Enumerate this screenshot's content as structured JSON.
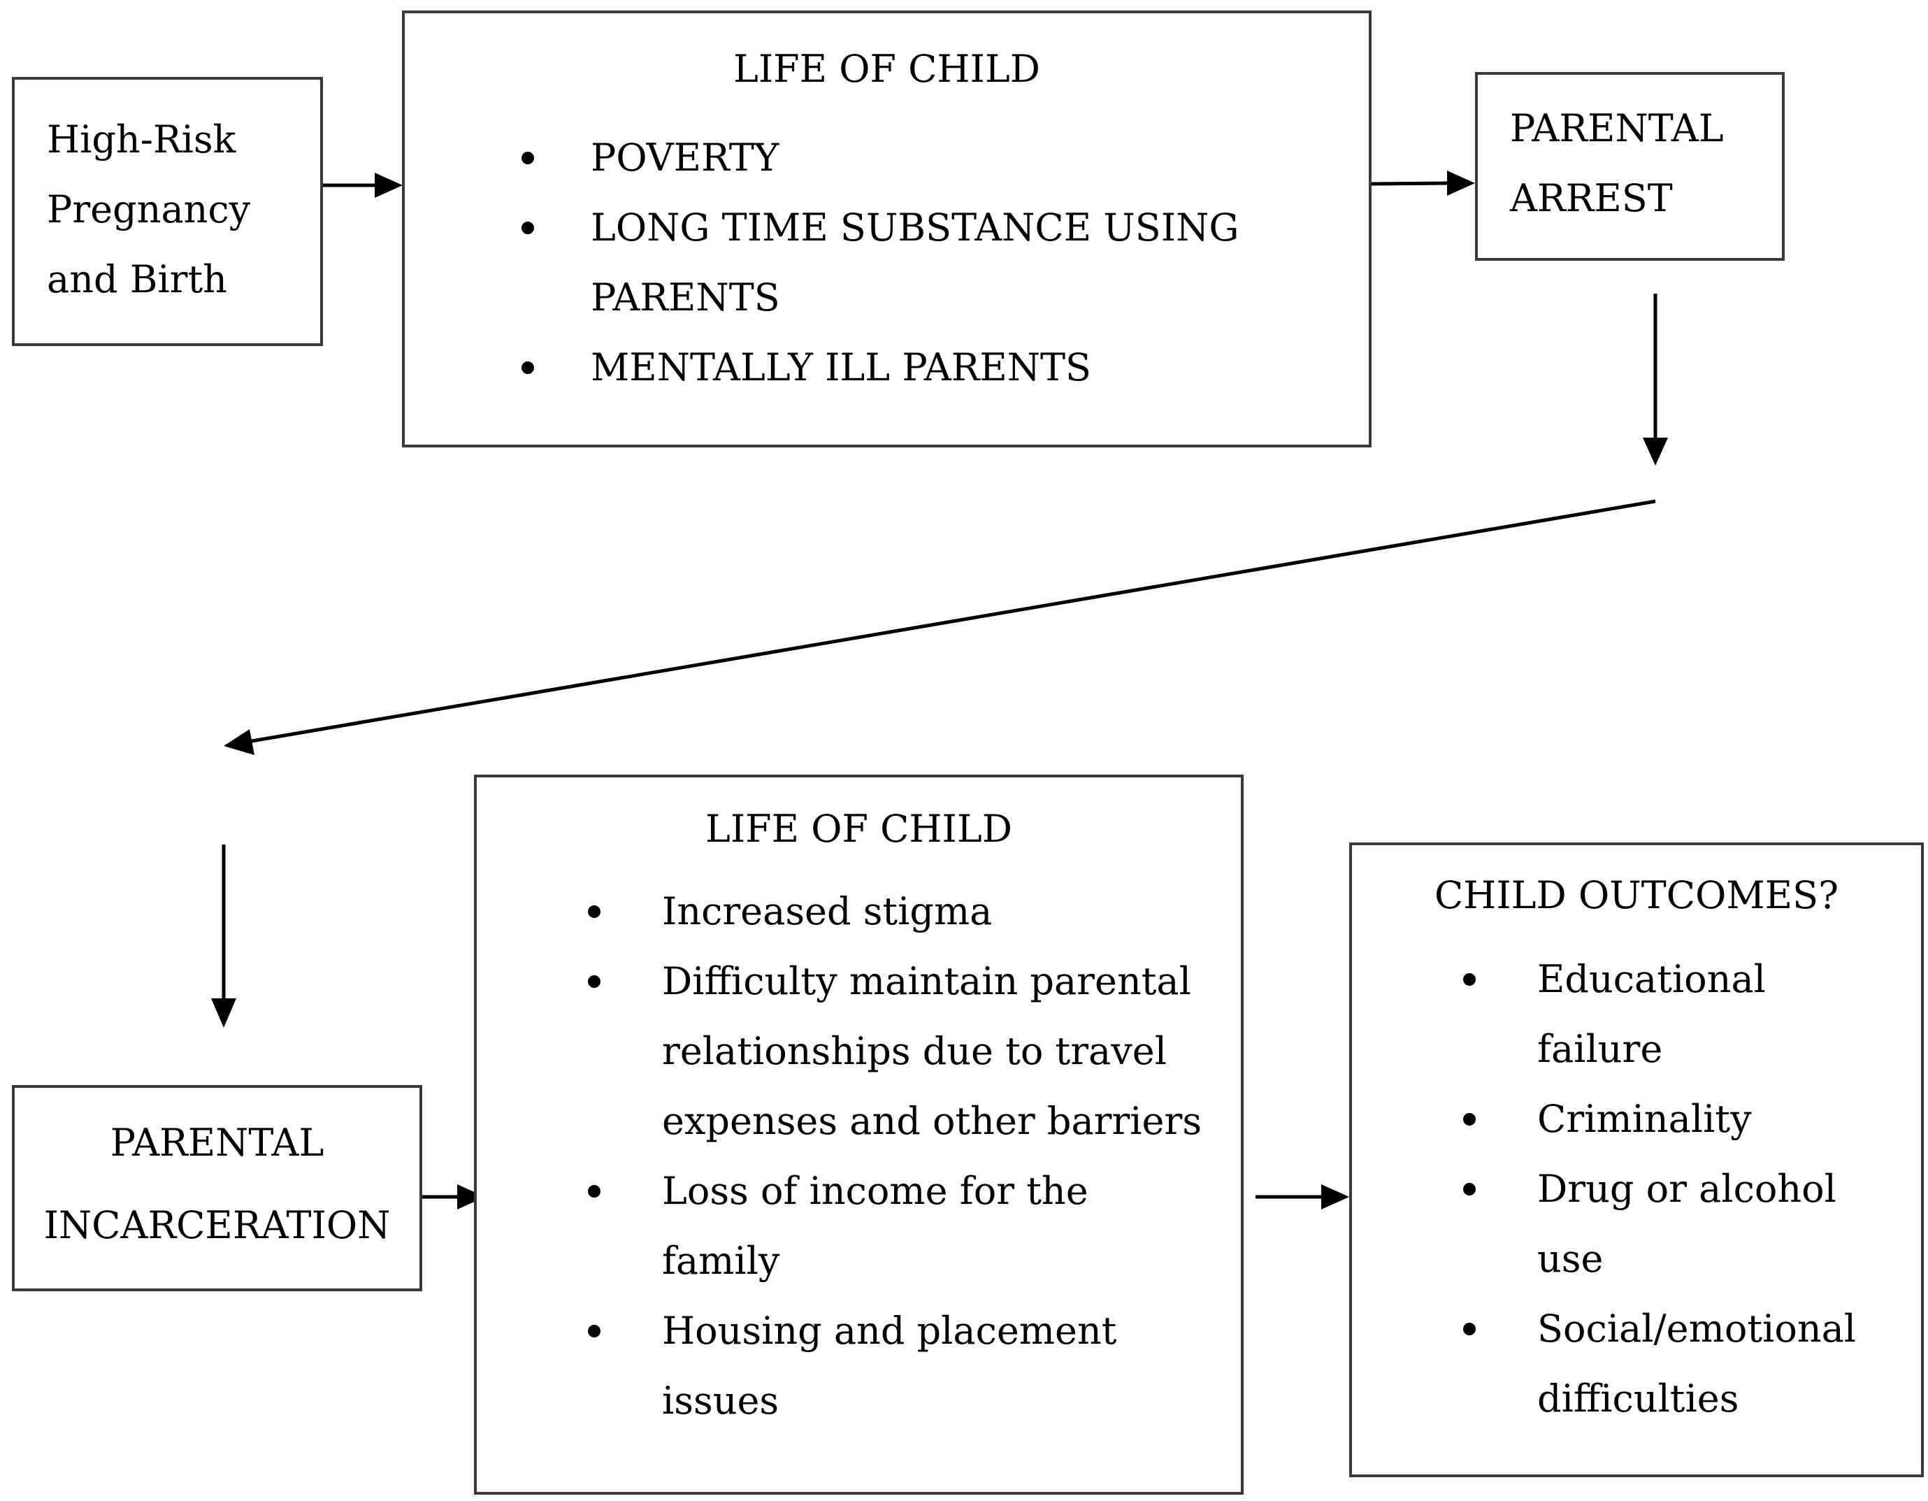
{
  "box_high_risk": {
    "lines": [
      "High-Risk",
      "Pregnancy",
      "and Birth"
    ]
  },
  "box_life_top": {
    "title": "LIFE OF CHILD",
    "items": [
      {
        "lines": [
          "POVERTY"
        ]
      },
      {
        "lines": [
          "LONG TIME SUBSTANCE USING",
          "PARENTS"
        ]
      },
      {
        "lines": [
          "MENTALLY ILL PARENTS"
        ]
      }
    ]
  },
  "box_parental_arrest": {
    "lines": [
      "PARENTAL",
      "ARREST"
    ]
  },
  "box_incarceration": {
    "lines": [
      "PARENTAL",
      "INCARCERATION"
    ]
  },
  "box_life_bottom": {
    "title": "LIFE OF CHILD",
    "items": [
      {
        "lines": [
          "Increased stigma"
        ]
      },
      {
        "lines": [
          "Difficulty maintain parental",
          "relationships due to travel",
          "expenses and other barriers"
        ]
      },
      {
        "lines": [
          "Loss of income for the",
          "family"
        ]
      },
      {
        "lines": [
          "Housing and placement",
          "issues"
        ]
      }
    ]
  },
  "box_outcomes": {
    "title": "CHILD OUTCOMES?",
    "items": [
      {
        "lines": [
          "Educational",
          "failure"
        ]
      },
      {
        "lines": [
          "Criminality"
        ]
      },
      {
        "lines": [
          "Drug or alcohol",
          "use"
        ]
      },
      {
        "lines": [
          "Social/emotional",
          "difficulties"
        ]
      }
    ]
  }
}
